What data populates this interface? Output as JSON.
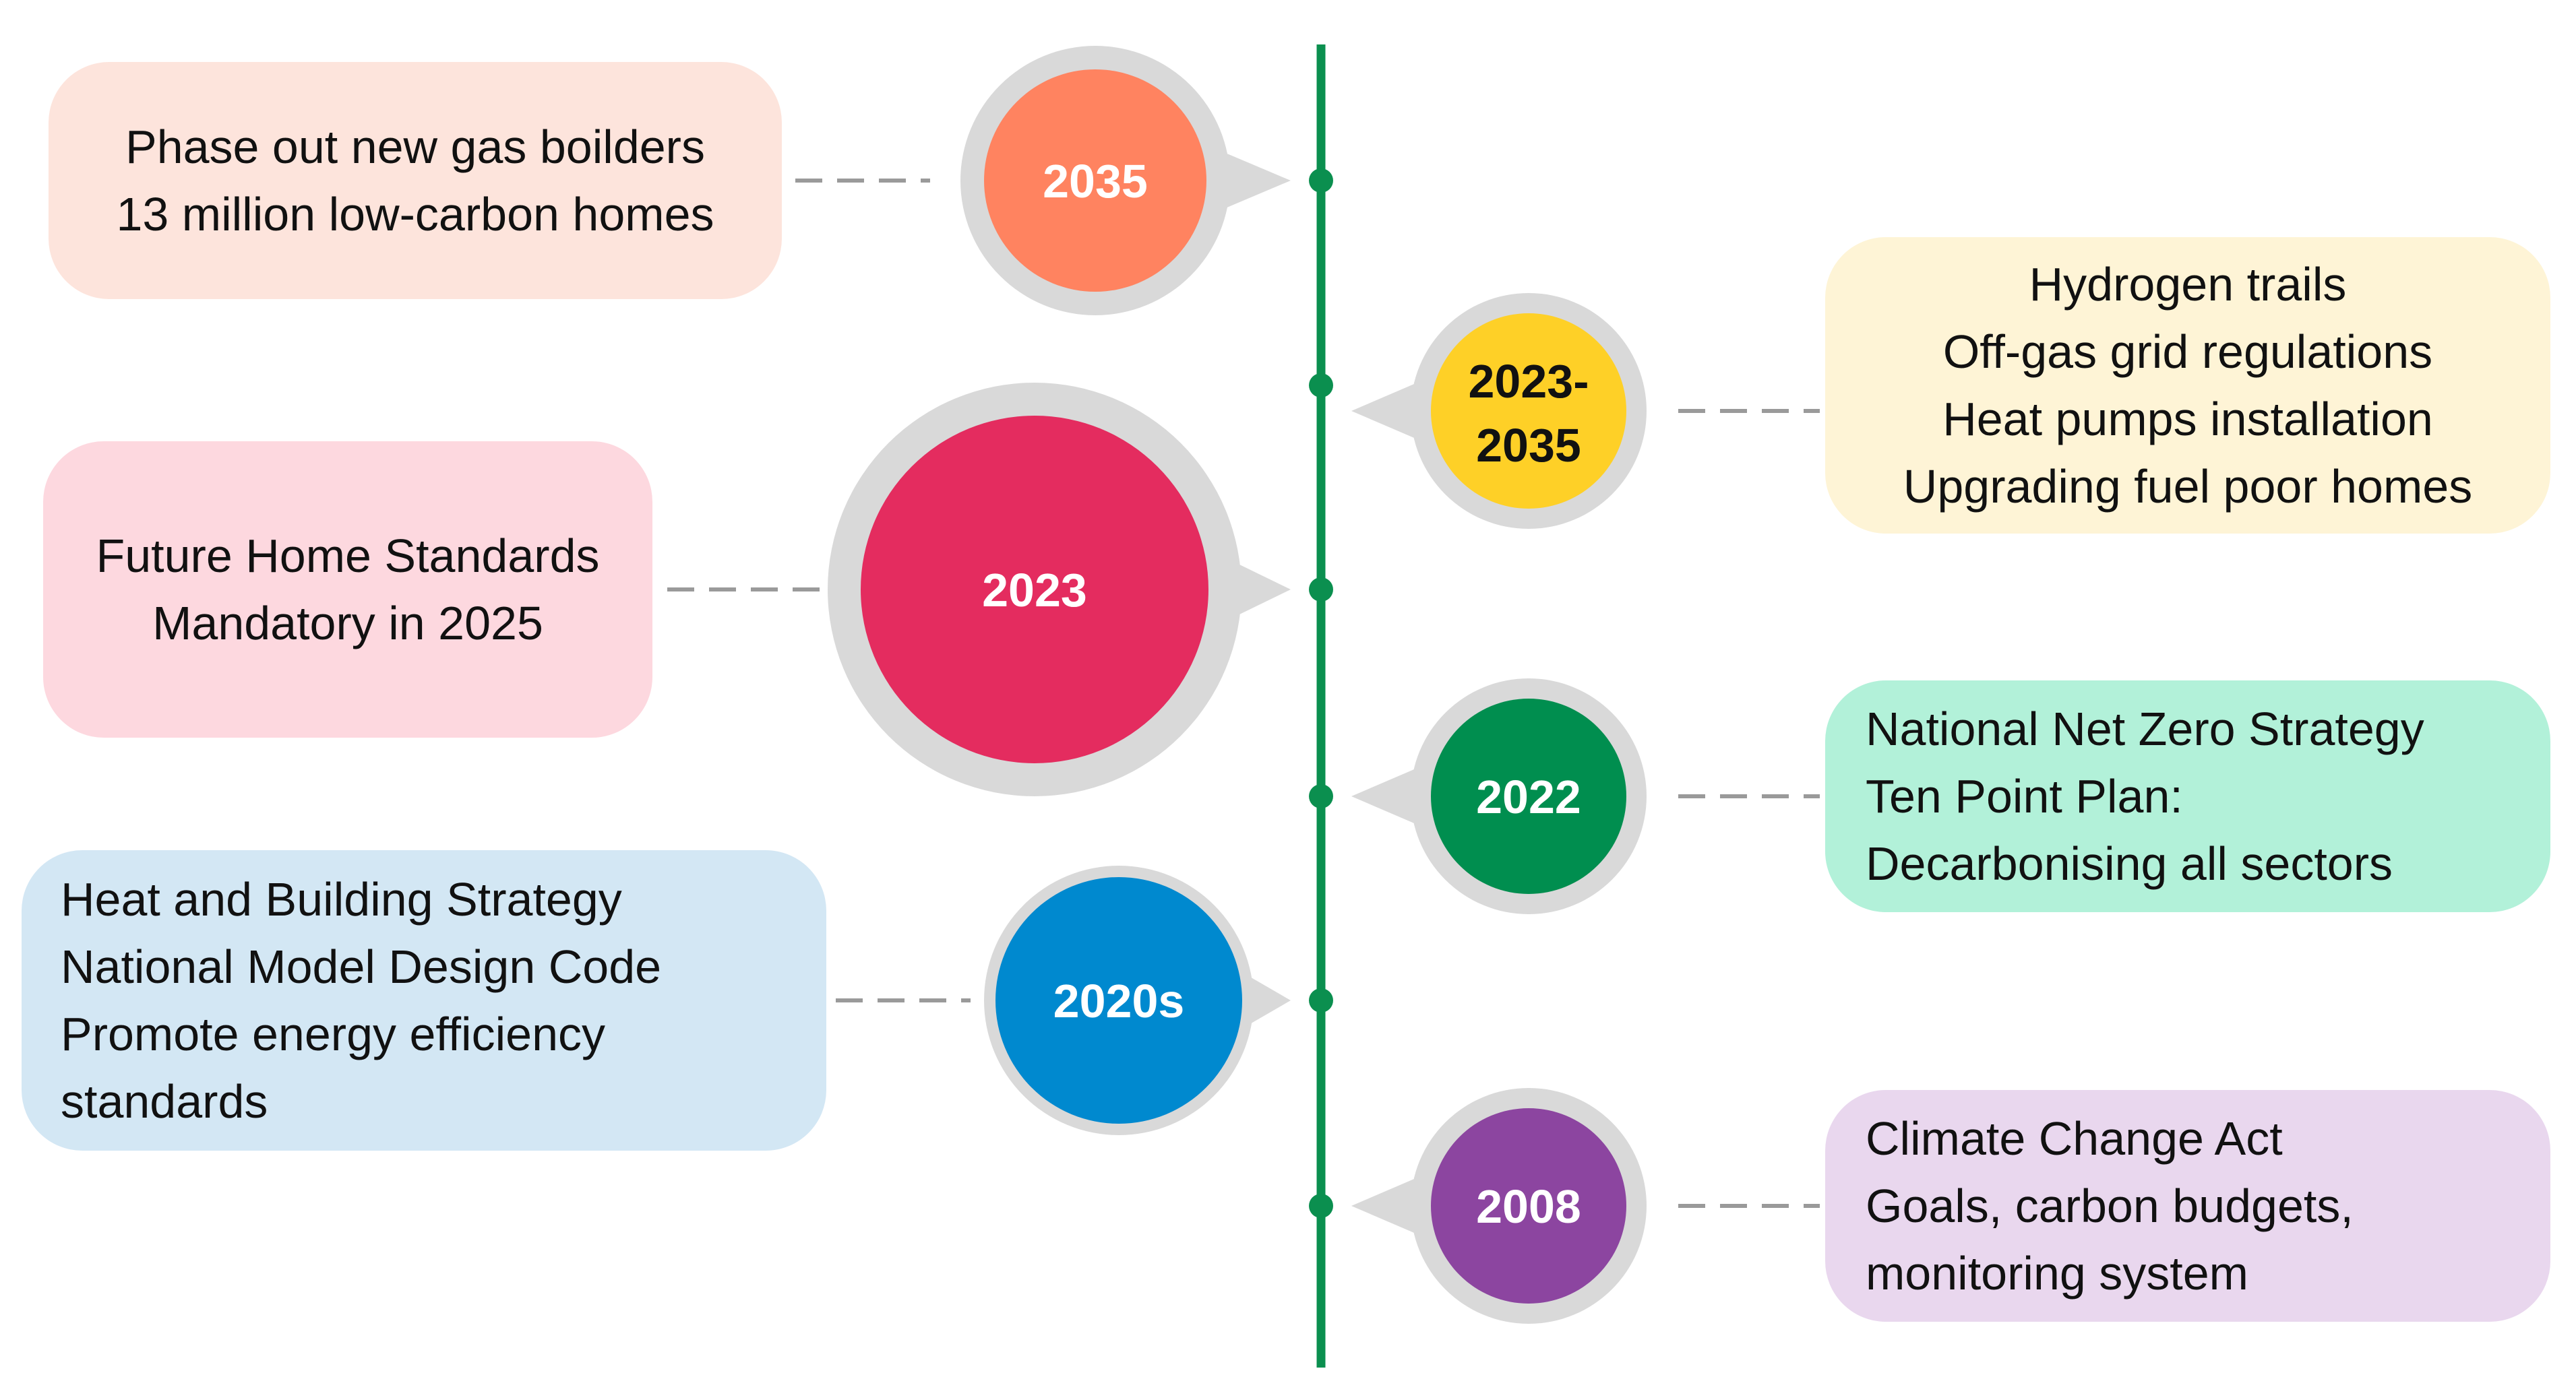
{
  "colors": {
    "timeline": "#0b8f4f",
    "halo": "#d9d9d9",
    "connector": "#9a9a9a"
  },
  "events": [
    {
      "id": "2035",
      "year": "2035",
      "color": "#ff8360",
      "text_color": "#ffffff",
      "box_color": "#fde4dc",
      "lines": [
        "Phase out new gas boilders",
        "13 million low-carbon homes"
      ]
    },
    {
      "id": "2023-2035",
      "year_lines": [
        "2023-",
        "2035"
      ],
      "color": "#fed027",
      "text_color": "#111111",
      "box_color": "#fef4d6",
      "lines": [
        "Hydrogen trails",
        "Off-gas grid regulations",
        "Heat pumps installation",
        "Upgrading fuel poor homes"
      ]
    },
    {
      "id": "2023",
      "year": "2023",
      "color": "#e42c5f",
      "text_color": "#ffffff",
      "box_color": "#fdd8df",
      "lines": [
        "Future Home Standards",
        "Mandatory in 2025"
      ]
    },
    {
      "id": "2022",
      "year": "2022",
      "color": "#008e4f",
      "text_color": "#ffffff",
      "box_color": "#b2f1d9",
      "lines": [
        "National Net Zero Strategy",
        "Ten Point Plan:",
        "Decarbonising all sectors"
      ]
    },
    {
      "id": "2020s",
      "year": "2020s",
      "color": "#0089cf",
      "text_color": "#ffffff",
      "box_color": "#d3e7f4",
      "lines": [
        "Heat and Building Strategy",
        "National Model Design Code",
        "Promote energy efficiency",
        "standards"
      ]
    },
    {
      "id": "2008",
      "year": "2008",
      "color": "#8c45a0",
      "text_color": "#ffffff",
      "box_color": "#e9d7ee",
      "lines": [
        "Climate Change Act",
        "Goals, carbon budgets,",
        "monitoring system"
      ]
    }
  ]
}
